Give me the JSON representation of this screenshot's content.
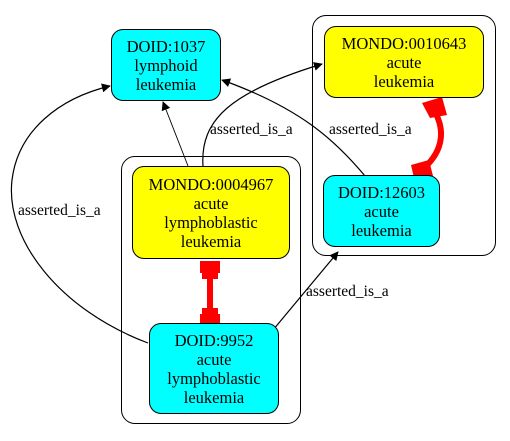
{
  "colors": {
    "doid_fill": "#00ffff",
    "mondo_fill": "#ffff00",
    "equivalence_edge": "#ff0000",
    "stroke": "#000000"
  },
  "nodes": {
    "doid_1037": {
      "id": "DOID:1037",
      "lines": [
        "lymphoid",
        "leukemia"
      ]
    },
    "mondo_0010643": {
      "id": "MONDO:0010643",
      "lines": [
        "acute",
        "leukemia"
      ]
    },
    "mondo_0004967": {
      "id": "MONDO:0004967",
      "lines": [
        "acute",
        "lymphoblastic",
        "leukemia"
      ]
    },
    "doid_12603": {
      "id": "DOID:12603",
      "lines": [
        "acute",
        "leukemia"
      ]
    },
    "doid_9952": {
      "id": "DOID:9952",
      "lines": [
        "acute",
        "lymphoblastic",
        "leukemia"
      ]
    }
  },
  "edges": [
    {
      "from": "DOID:9952",
      "to": "DOID:1037",
      "label": "asserted_is_a"
    },
    {
      "from": "MONDO:0004967",
      "to": "DOID:1037",
      "label": ""
    },
    {
      "from": "MONDO:0004967",
      "to": "MONDO:0010643",
      "label": "asserted_is_a"
    },
    {
      "from": "DOID:12603",
      "to": "DOID:1037",
      "label": "asserted_is_a"
    },
    {
      "from": "DOID:9952",
      "to": "DOID:12603",
      "label": "asserted_is_a"
    },
    {
      "from": "MONDO:0004967",
      "to": "DOID:9952",
      "label": "",
      "type": "equivalence"
    },
    {
      "from": "MONDO:0010643",
      "to": "DOID:12603",
      "label": "",
      "type": "equivalence"
    }
  ]
}
